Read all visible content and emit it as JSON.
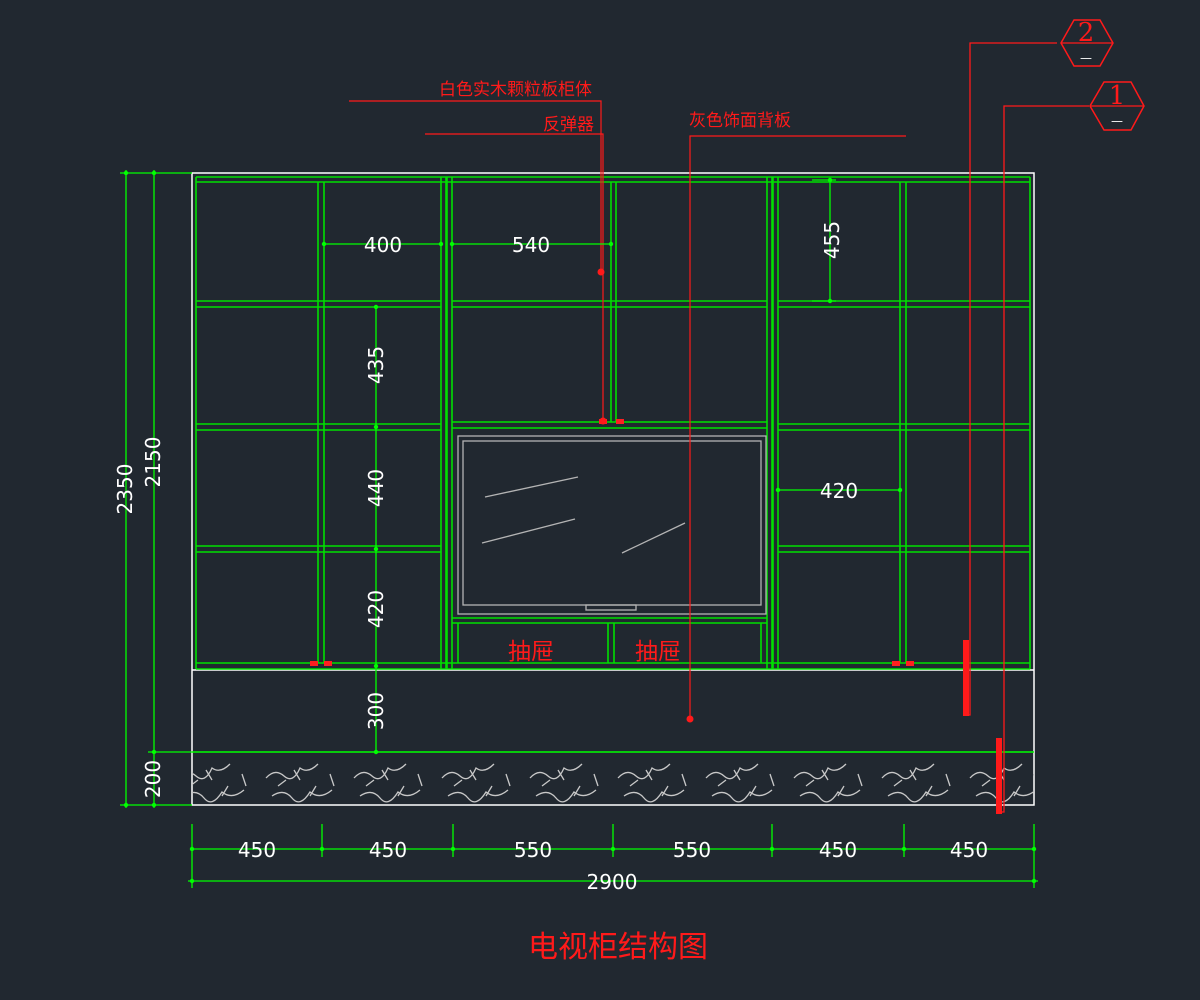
{
  "title": "电视柜结构图",
  "colors": {
    "background": "#212830",
    "frame": "#00e000",
    "dimension": "#00ff00",
    "annotation": "#ff1a1a",
    "outline": "#ffffff",
    "tv": "#b4b4b4",
    "marble": "#c8c8c8"
  },
  "annotations": {
    "cabinet_body": "白色实木颗粒板柜体",
    "rebounder": "反弹器",
    "back_panel": "灰色饰面背板"
  },
  "drawers": [
    "抽屉",
    "抽屉"
  ],
  "section_markers": [
    {
      "number": "2",
      "sub": "—"
    },
    {
      "number": "1",
      "sub": "—"
    }
  ],
  "dimensions": {
    "bottom_segments": [
      "450",
      "450",
      "550",
      "550",
      "450",
      "450"
    ],
    "total_width": "2900",
    "overall_height": "2350",
    "cabinet_height": "2150",
    "plinth_height": "200",
    "left_bay_width": "400",
    "tv_bay_width": "540",
    "right_top_height": "455",
    "right_bay_width": "420",
    "row_heights": [
      "435",
      "440",
      "420"
    ],
    "base_height": "300"
  }
}
